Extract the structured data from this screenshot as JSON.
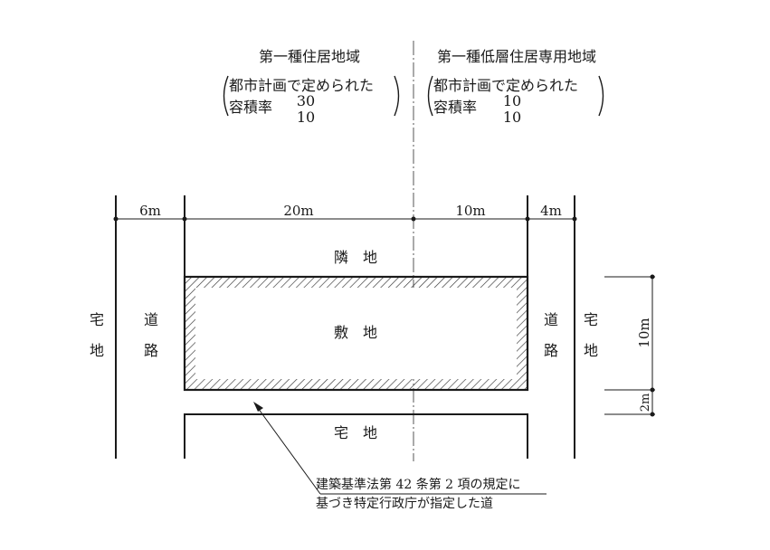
{
  "zones": {
    "left": {
      "name": "第一種住居地域",
      "line1": "都市計画で定められた",
      "line2": "容積率",
      "ratio_num": "30",
      "ratio_den": "10"
    },
    "right": {
      "name": "第一種低層住居専用地域",
      "line1": "都市計画で定められた",
      "line2": "容積率",
      "ratio_num": "10",
      "ratio_den": "10"
    }
  },
  "dimensions": {
    "road_left": "6m",
    "site_left": "20m",
    "site_right": "10m",
    "road_right": "4m",
    "site_depth": "10m",
    "setback": "2m"
  },
  "labels": {
    "neighbor": "隣　地",
    "site": "敷　地",
    "house_bottom": "宅　地",
    "road_left_1": "道",
    "road_left_2": "路",
    "road_right_1": "道",
    "road_right_2": "路",
    "house_left_1": "宅",
    "house_left_2": "地",
    "house_right_1": "宅",
    "house_right_2": "地"
  },
  "note": {
    "line1": "建築基準法第 42 条第 2 項の規定に",
    "line2": "基づき特定行政庁が指定した道"
  }
}
